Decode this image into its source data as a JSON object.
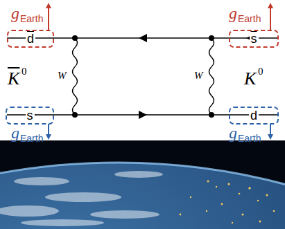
{
  "diagram": {
    "nodes": [
      {
        "text": [
          "d"
        ]
      },
      {
        "text": [
          "s"
        ]
      },
      {
        "text": [
          "s"
        ]
      },
      {
        "text": [
          "d"
        ]
      }
    ],
    "labels": [
      "g",
      "Earth",
      "g",
      "Earth",
      "g",
      "Earth",
      "g",
      "Earth",
      "W",
      "W",
      "K",
      "0",
      "K",
      "0"
    ]
  }
}
